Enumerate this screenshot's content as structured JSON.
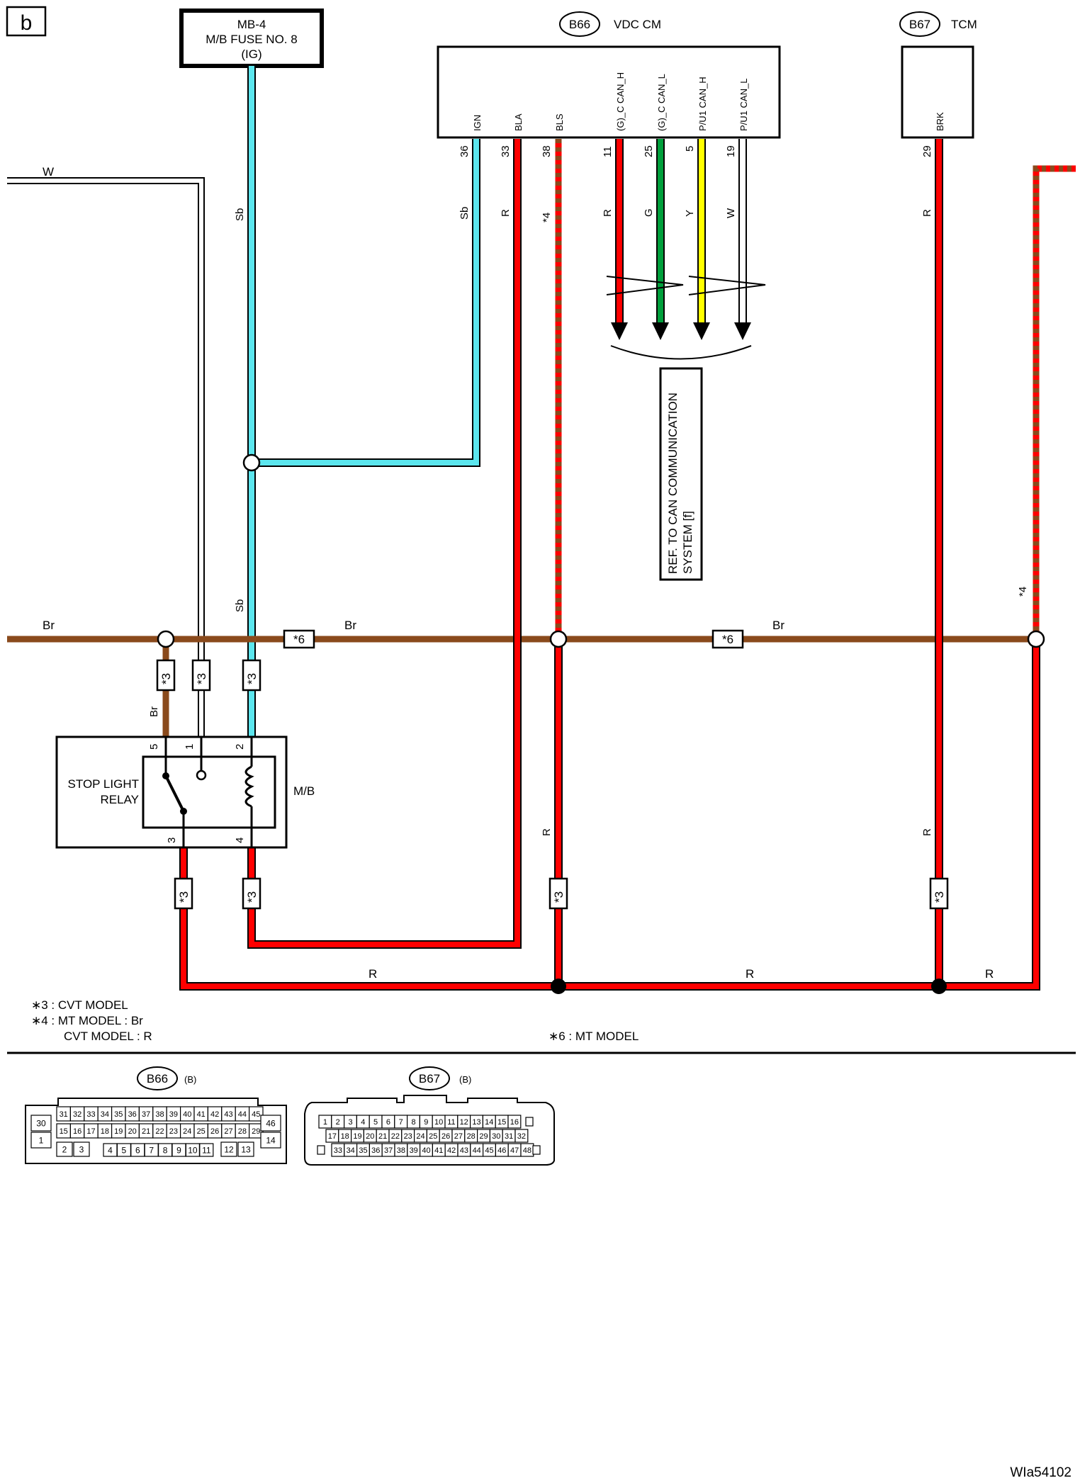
{
  "page_letter": "b",
  "fuse": {
    "line1": "MB-4",
    "line2": "M/B FUSE NO. 8",
    "line3": "(IG)"
  },
  "vdc": {
    "code": "B66",
    "name": "VDC CM",
    "pins": [
      {
        "num": "36",
        "sig": "IGN",
        "wire": "Sb"
      },
      {
        "num": "33",
        "sig": "BLA",
        "wire": "R"
      },
      {
        "num": "38",
        "sig": "BLS",
        "wire": "*4"
      },
      {
        "num": "11",
        "sig": "(G)_C CAN_H",
        "wire": "R"
      },
      {
        "num": "25",
        "sig": "(G)_C CAN_L",
        "wire": "G"
      },
      {
        "num": "5",
        "sig": "P/U1 CAN_H",
        "wire": "Y"
      },
      {
        "num": "19",
        "sig": "P/U1 CAN_L",
        "wire": "W"
      }
    ]
  },
  "tcm": {
    "code": "B67",
    "name": "TCM",
    "pin": {
      "num": "29",
      "sig": "BRK",
      "wire": "R"
    }
  },
  "can_ref": {
    "line1": "REF. TO CAN COMMUNICATION",
    "line2": "SYSTEM [f]"
  },
  "wires": {
    "w": "W",
    "sb": "Sb",
    "br": "Br",
    "r": "R"
  },
  "marks": {
    "s3": "*3",
    "s4": "*4",
    "s6": "*6"
  },
  "relay": {
    "name1": "STOP LIGHT",
    "name2": "RELAY",
    "box": "M/B",
    "pins": {
      "p5": "5",
      "p1": "1",
      "p2": "2",
      "p3": "3",
      "p4": "4"
    }
  },
  "legend": {
    "l3": "∗3  : CVT MODEL",
    "l4a": "∗4  : MT MODEL  : Br",
    "l4b": "CVT MODEL  : R",
    "l6": "∗6  : MT MODEL"
  },
  "connectors": {
    "b66": {
      "code": "B66",
      "gender": "(B)",
      "row1": [
        "31",
        "32",
        "33",
        "34",
        "35",
        "36",
        "37",
        "38",
        "39",
        "40",
        "41",
        "42",
        "43",
        "44",
        "45"
      ],
      "row2": [
        "15",
        "16",
        "17",
        "18",
        "19",
        "20",
        "21",
        "22",
        "23",
        "24",
        "25",
        "26",
        "27",
        "28",
        "29"
      ],
      "row3a": [
        "2",
        "3"
      ],
      "row3b": [
        "4",
        "5",
        "6",
        "7",
        "8",
        "9",
        "10",
        "11"
      ],
      "row3c": [
        "12",
        "13"
      ],
      "left": [
        "30",
        "1"
      ],
      "right": [
        "46",
        "14"
      ]
    },
    "b67": {
      "code": "B67",
      "gender": "(B)",
      "row1": [
        "1",
        "2",
        "3",
        "4",
        "5",
        "6",
        "7",
        "8",
        "9",
        "10",
        "11",
        "12",
        "13",
        "14",
        "15",
        "16"
      ],
      "row2": [
        "17",
        "18",
        "19",
        "20",
        "21",
        "22",
        "23",
        "24",
        "25",
        "26",
        "27",
        "28",
        "29",
        "30",
        "31",
        "32"
      ],
      "row3": [
        "33",
        "34",
        "35",
        "36",
        "37",
        "38",
        "39",
        "40",
        "41",
        "42",
        "43",
        "44",
        "45",
        "46",
        "47",
        "48"
      ]
    }
  },
  "colors": {
    "sb": "#5ce6ee",
    "br": "#8a4a1c",
    "r": "#ff0000",
    "g": "#00a03c",
    "y": "#ffff00",
    "w": "#ffffff",
    "black": "#000000"
  },
  "figure_id": "WIa54102"
}
